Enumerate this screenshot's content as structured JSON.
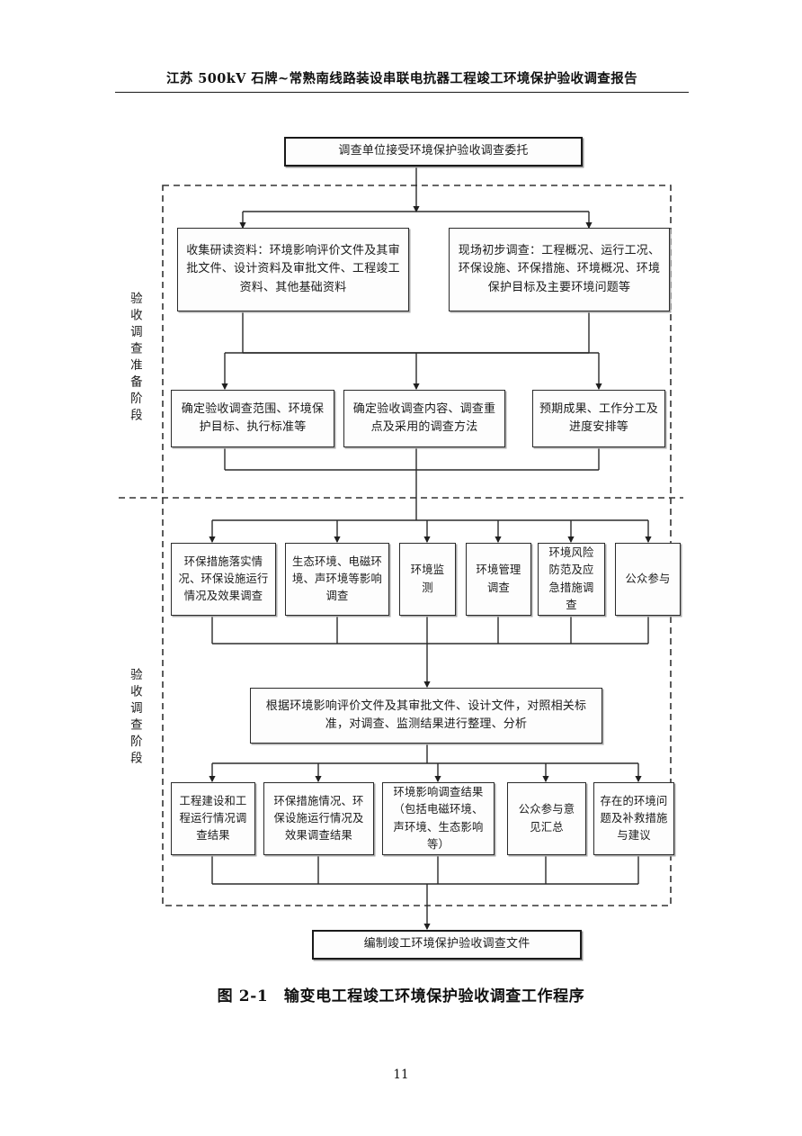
{
  "header": {
    "running_title": "江苏 500kV 石牌~常熟南线路装设串联电抗器工程竣工环境保护验收调查报告"
  },
  "figure": {
    "caption": "图 2-1　输变电工程竣工环境保护验收调查工作程序",
    "page_number": "11",
    "stages": [
      {
        "label": "验收调查准备阶段"
      },
      {
        "label": "验收调查阶段"
      }
    ],
    "nodes": {
      "start": "调查单位接受环境保护验收调查委托",
      "prep_left": "收集研读资料：环境影响评价文件及其审批文件、设计资料及审批文件、工程竣工资料、其他基础资料",
      "prep_right": "现场初步调查：工程概况、运行工况、环保设施、环保措施、环境概况、环境保护目标及主要环境问题等",
      "scope": "确定验收调查范围、环境保护目标、执行标准等",
      "content": "确定验收调查内容、调查重点及采用的调查方法",
      "schedule": "预期成果、工作分工及进度安排等",
      "survey1": "环保措施落实情况、环保设施运行情况及效果调查",
      "survey2": "生态环境、电磁环境、声环境等影响调查",
      "survey3": "环境监测",
      "survey4": "环境管理调查",
      "survey5": "环境风险防范及应急措施调查",
      "survey6": "公众参与",
      "analysis": "根据环境影响评价文件及其审批文件、设计文件，对照相关标准，对调查、监测结果进行整理、分析",
      "result1": "工程建设和工程运行情况调查结果",
      "result2": "环保措施情况、环保设施运行情况及效果调查结果",
      "result3": "环境影响调查结果（包括电磁环境、声环境、生态影响等）",
      "result4": "公众参与意见汇总",
      "result5": "存在的环境问题及补救措施与建议",
      "end": "编制竣工环境保护验收调查文件"
    }
  },
  "colors": {
    "line": "#2b2b2b",
    "dashed": "#333333",
    "text": "#1a1a1a",
    "background": "#ffffff"
  }
}
